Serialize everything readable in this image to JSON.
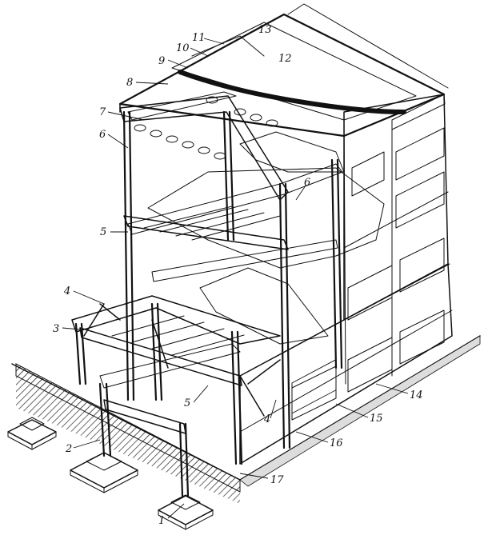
{
  "diagram": {
    "labels": [
      {
        "id": "1",
        "text": "1"
      },
      {
        "id": "2",
        "text": "2"
      },
      {
        "id": "3",
        "text": "3"
      },
      {
        "id": "4a",
        "text": "4"
      },
      {
        "id": "4b",
        "text": "4"
      },
      {
        "id": "5a",
        "text": "5"
      },
      {
        "id": "5b",
        "text": "5"
      },
      {
        "id": "6a",
        "text": "6"
      },
      {
        "id": "6b",
        "text": "6"
      },
      {
        "id": "7",
        "text": "7"
      },
      {
        "id": "8",
        "text": "8"
      },
      {
        "id": "9",
        "text": "9"
      },
      {
        "id": "10",
        "text": "10"
      },
      {
        "id": "11",
        "text": "11"
      },
      {
        "id": "12",
        "text": "12"
      },
      {
        "id": "13",
        "text": "13"
      },
      {
        "id": "14",
        "text": "14"
      },
      {
        "id": "15",
        "text": "15"
      },
      {
        "id": "16",
        "text": "16"
      },
      {
        "id": "17",
        "text": "17"
      }
    ]
  }
}
